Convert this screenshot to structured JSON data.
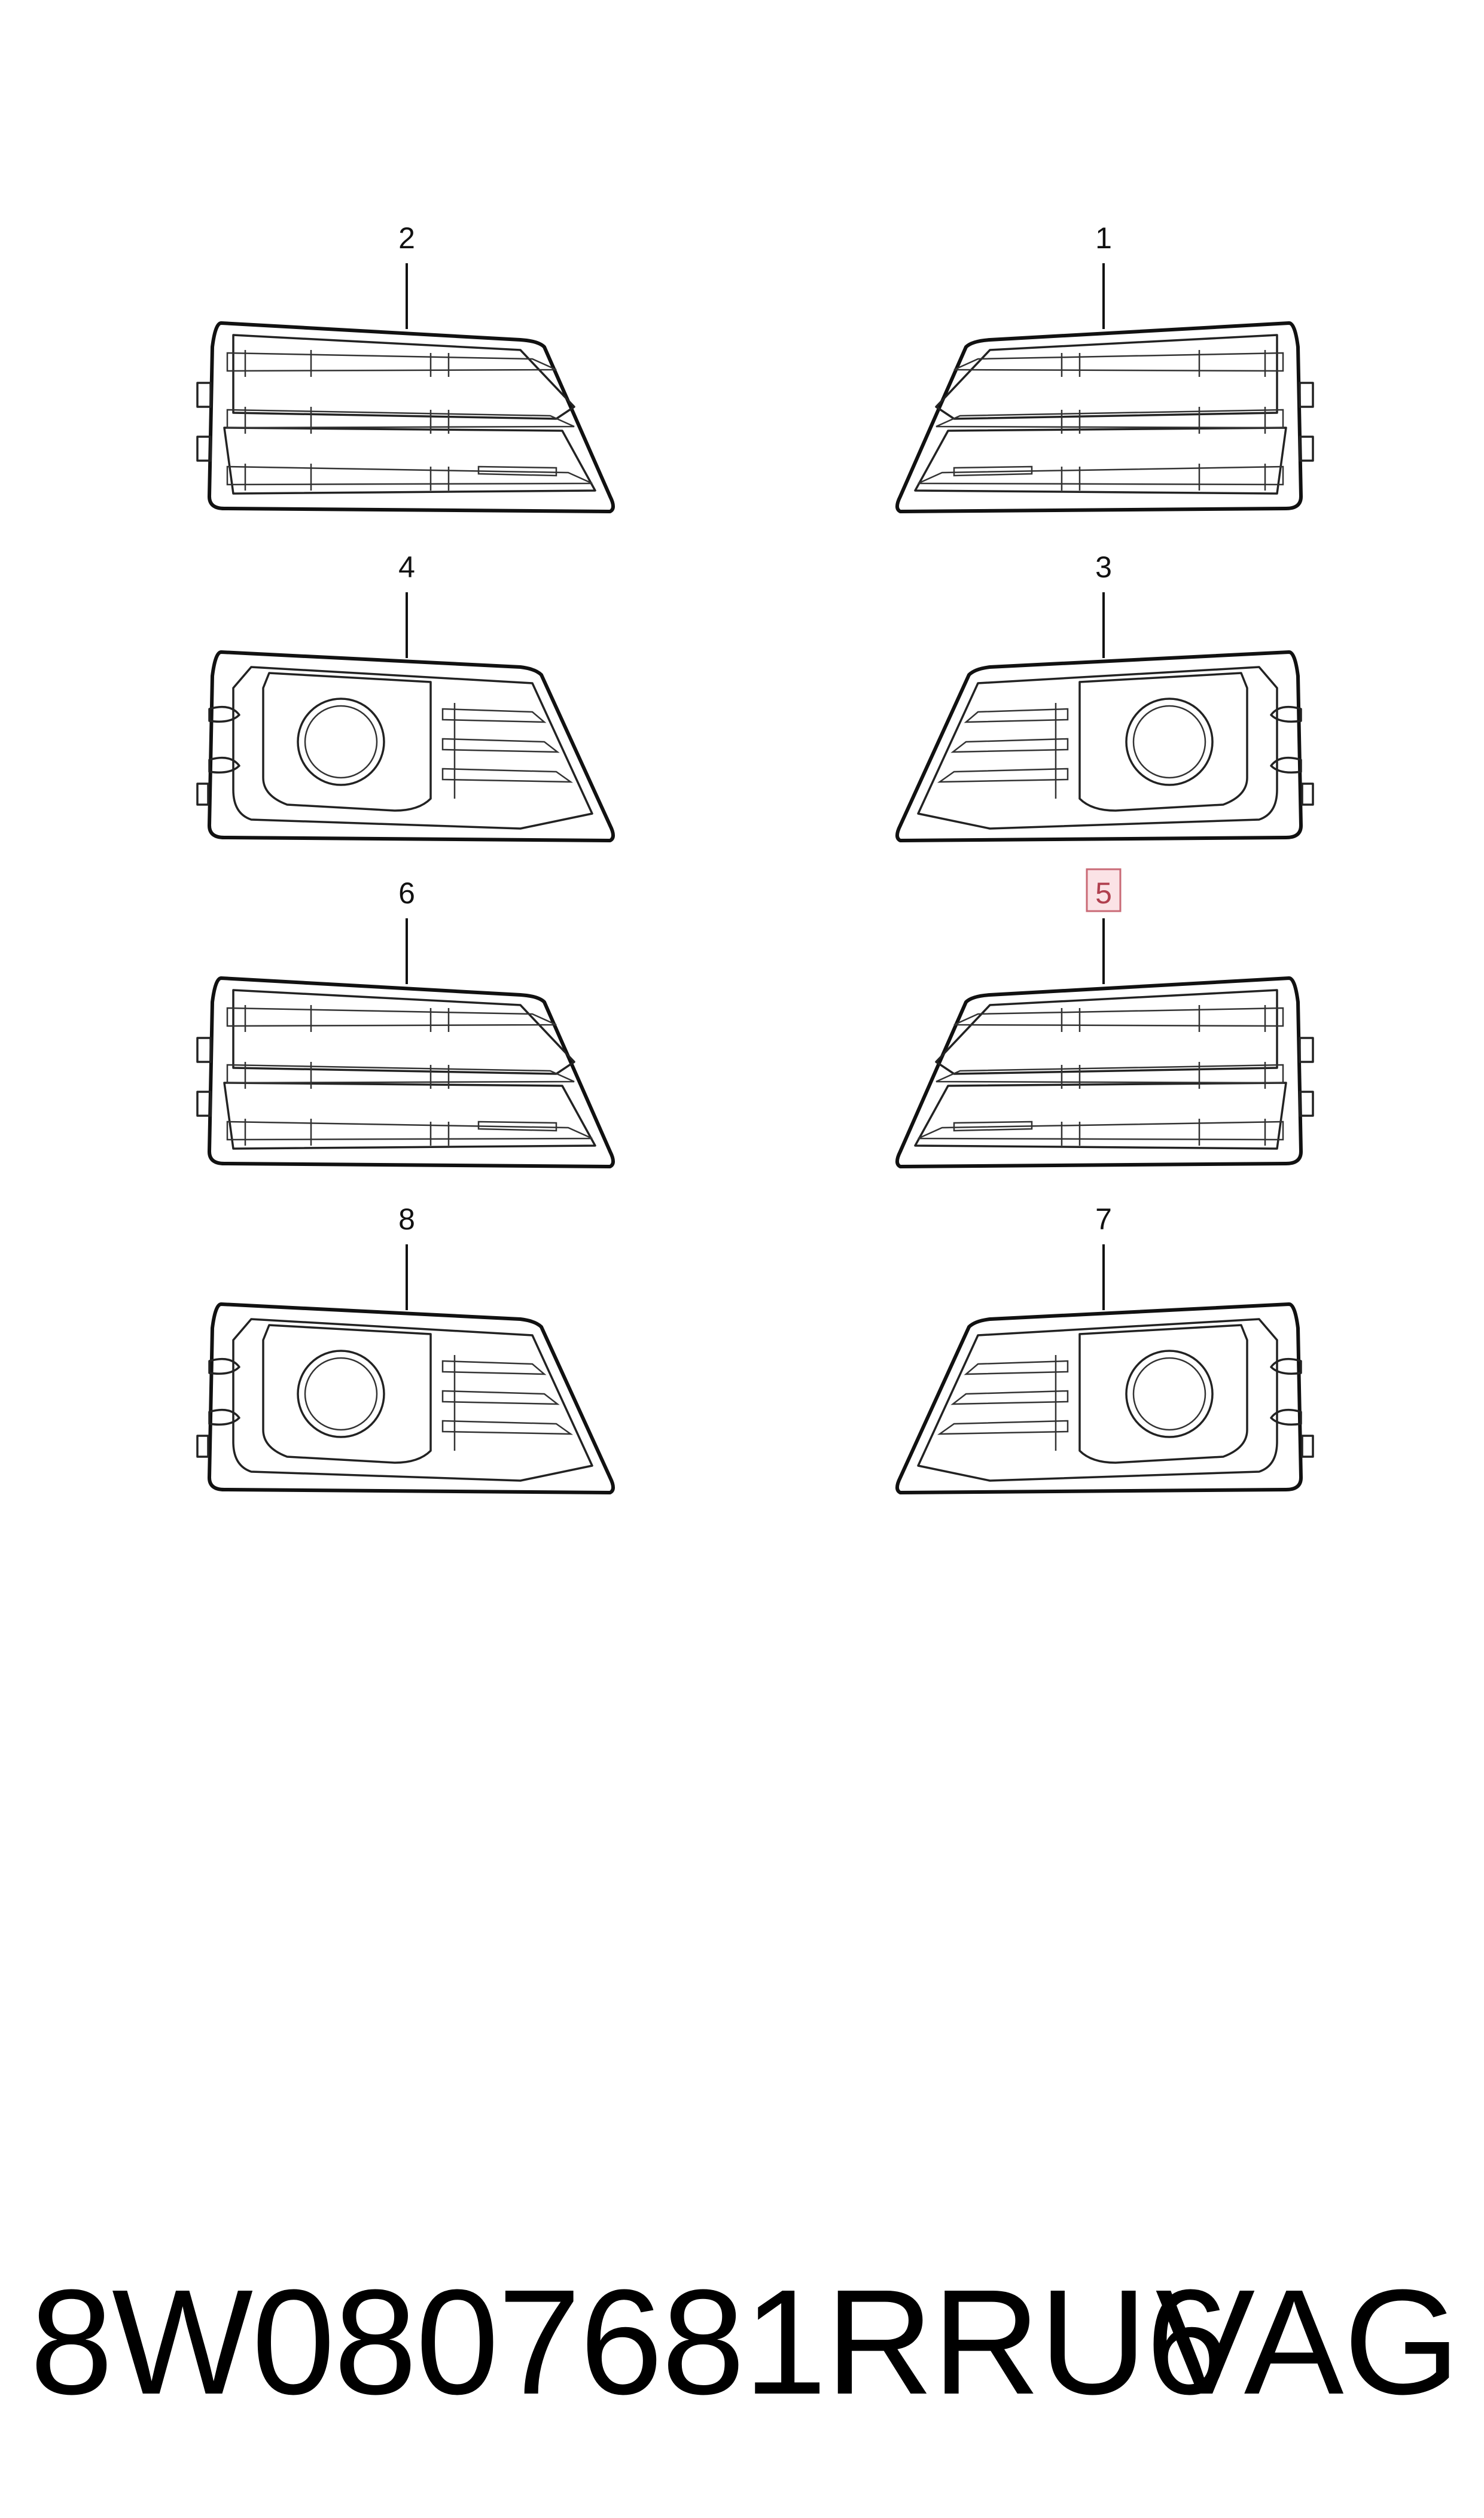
{
  "parts": [
    {
      "id": "p2",
      "callout": "2",
      "variant": "grille",
      "side": "left",
      "highlighted": false
    },
    {
      "id": "p1",
      "callout": "1",
      "variant": "grille",
      "side": "right",
      "highlighted": false
    },
    {
      "id": "p4",
      "callout": "4",
      "variant": "foglamp",
      "side": "left",
      "highlighted": false
    },
    {
      "id": "p3",
      "callout": "3",
      "variant": "foglamp",
      "side": "right",
      "highlighted": false
    },
    {
      "id": "p6",
      "callout": "6",
      "variant": "grille",
      "side": "left",
      "highlighted": false
    },
    {
      "id": "p5",
      "callout": "5",
      "variant": "grille",
      "side": "right",
      "highlighted": true
    },
    {
      "id": "p8",
      "callout": "8",
      "variant": "foglamp",
      "side": "left",
      "highlighted": false
    },
    {
      "id": "p7",
      "callout": "7",
      "variant": "foglamp",
      "side": "right",
      "highlighted": false
    }
  ],
  "footer": {
    "part_number": "8W0807681RRU6",
    "brand": "VAG"
  },
  "colors": {
    "highlight_fill": "#fbe3e6",
    "highlight_stroke": "#c96a76",
    "line": "#111111"
  }
}
